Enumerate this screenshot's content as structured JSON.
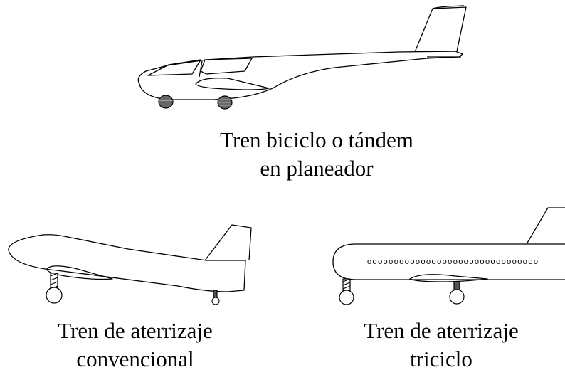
{
  "glider": {
    "caption_line1": "Tren biciclo o tándem",
    "caption_line2": "en planeador"
  },
  "conventional": {
    "caption_line1": "Tren de aterrizaje",
    "caption_line2": "convencional"
  },
  "tricycle": {
    "caption_line1": "Tren de aterrizaje",
    "caption_line2": "triciclo",
    "windows_text": "oooooooooooooooooooooooooooooooo"
  },
  "colors": {
    "line": "#000000",
    "wheel_fill": "#666666",
    "background": "#ffffff"
  }
}
